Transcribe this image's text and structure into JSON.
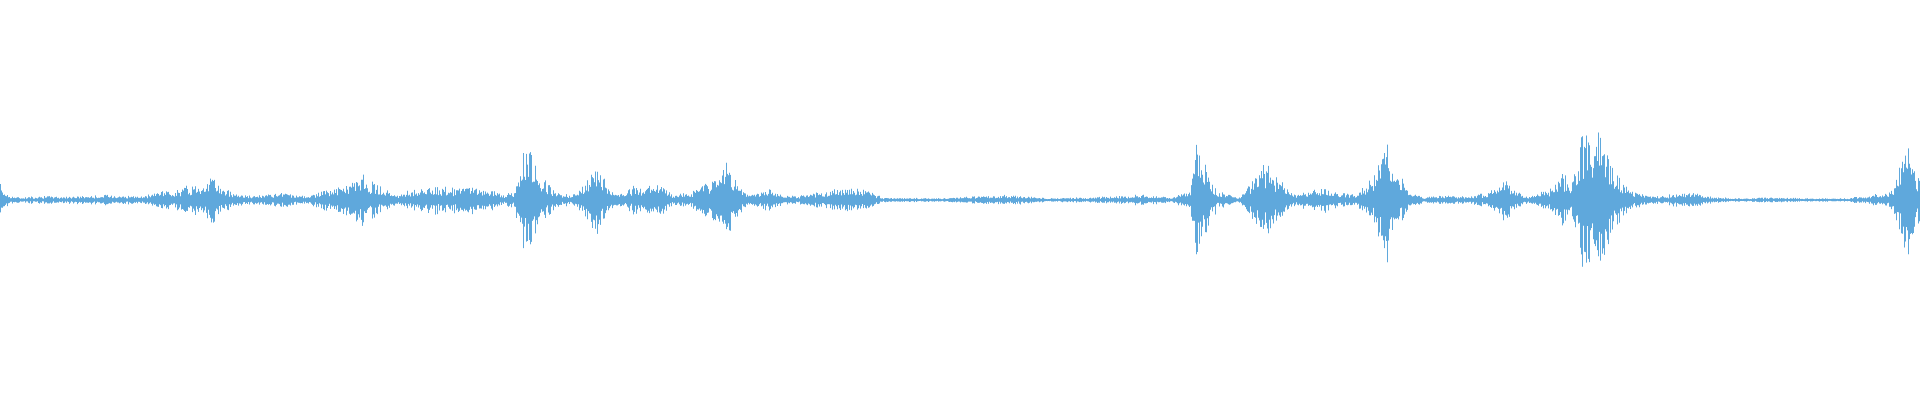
{
  "waveform": {
    "color": "#5fa8dc",
    "amplitude_profile": [
      [
        0.0,
        0.18
      ],
      [
        0.004,
        0.06
      ],
      [
        0.01,
        0.03
      ],
      [
        0.02,
        0.05
      ],
      [
        0.03,
        0.04
      ],
      [
        0.045,
        0.05
      ],
      [
        0.06,
        0.06
      ],
      [
        0.075,
        0.04
      ],
      [
        0.082,
        0.1
      ],
      [
        0.09,
        0.12
      ],
      [
        0.098,
        0.16
      ],
      [
        0.104,
        0.2
      ],
      [
        0.11,
        0.3
      ],
      [
        0.116,
        0.12
      ],
      [
        0.13,
        0.05
      ],
      [
        0.14,
        0.06
      ],
      [
        0.15,
        0.08
      ],
      [
        0.16,
        0.04
      ],
      [
        0.168,
        0.12
      ],
      [
        0.178,
        0.16
      ],
      [
        0.188,
        0.28
      ],
      [
        0.196,
        0.18
      ],
      [
        0.205,
        0.06
      ],
      [
        0.214,
        0.12
      ],
      [
        0.225,
        0.16
      ],
      [
        0.235,
        0.14
      ],
      [
        0.245,
        0.16
      ],
      [
        0.255,
        0.12
      ],
      [
        0.262,
        0.06
      ],
      [
        0.268,
        0.1
      ],
      [
        0.272,
        0.72
      ],
      [
        0.276,
        0.55
      ],
      [
        0.28,
        0.3
      ],
      [
        0.286,
        0.18
      ],
      [
        0.292,
        0.06
      ],
      [
        0.3,
        0.08
      ],
      [
        0.306,
        0.22
      ],
      [
        0.312,
        0.42
      ],
      [
        0.316,
        0.14
      ],
      [
        0.324,
        0.06
      ],
      [
        0.33,
        0.16
      ],
      [
        0.336,
        0.14
      ],
      [
        0.344,
        0.18
      ],
      [
        0.35,
        0.06
      ],
      [
        0.36,
        0.1
      ],
      [
        0.368,
        0.22
      ],
      [
        0.374,
        0.3
      ],
      [
        0.378,
        0.45
      ],
      [
        0.383,
        0.22
      ],
      [
        0.39,
        0.05
      ],
      [
        0.401,
        0.14
      ],
      [
        0.408,
        0.05
      ],
      [
        0.42,
        0.06
      ],
      [
        0.432,
        0.12
      ],
      [
        0.44,
        0.14
      ],
      [
        0.45,
        0.12
      ],
      [
        0.46,
        0.03
      ],
      [
        0.49,
        0.02
      ],
      [
        0.525,
        0.06
      ],
      [
        0.545,
        0.02
      ],
      [
        0.58,
        0.04
      ],
      [
        0.595,
        0.06
      ],
      [
        0.61,
        0.03
      ],
      [
        0.62,
        0.12
      ],
      [
        0.623,
        0.8
      ],
      [
        0.628,
        0.4
      ],
      [
        0.634,
        0.1
      ],
      [
        0.645,
        0.03
      ],
      [
        0.658,
        0.4
      ],
      [
        0.664,
        0.3
      ],
      [
        0.672,
        0.08
      ],
      [
        0.683,
        0.1
      ],
      [
        0.69,
        0.14
      ],
      [
        0.698,
        0.08
      ],
      [
        0.706,
        0.06
      ],
      [
        0.712,
        0.2
      ],
      [
        0.718,
        0.4
      ],
      [
        0.721,
        0.75
      ],
      [
        0.726,
        0.4
      ],
      [
        0.734,
        0.1
      ],
      [
        0.742,
        0.03
      ],
      [
        0.752,
        0.06
      ],
      [
        0.76,
        0.04
      ],
      [
        0.775,
        0.08
      ],
      [
        0.783,
        0.26
      ],
      [
        0.789,
        0.1
      ],
      [
        0.796,
        0.04
      ],
      [
        0.81,
        0.16
      ],
      [
        0.814,
        0.3
      ],
      [
        0.818,
        0.2
      ],
      [
        0.824,
        0.75
      ],
      [
        0.83,
        0.82
      ],
      [
        0.836,
        0.6
      ],
      [
        0.842,
        0.3
      ],
      [
        0.85,
        0.1
      ],
      [
        0.86,
        0.04
      ],
      [
        0.882,
        0.1
      ],
      [
        0.89,
        0.04
      ],
      [
        0.905,
        0.02
      ],
      [
        0.922,
        0.03
      ],
      [
        0.94,
        0.02
      ],
      [
        0.96,
        0.02
      ],
      [
        0.972,
        0.05
      ],
      [
        0.985,
        0.1
      ],
      [
        0.99,
        0.45
      ],
      [
        0.994,
        0.68
      ],
      [
        0.997,
        0.4
      ],
      [
        1.0,
        0.2
      ]
    ]
  }
}
